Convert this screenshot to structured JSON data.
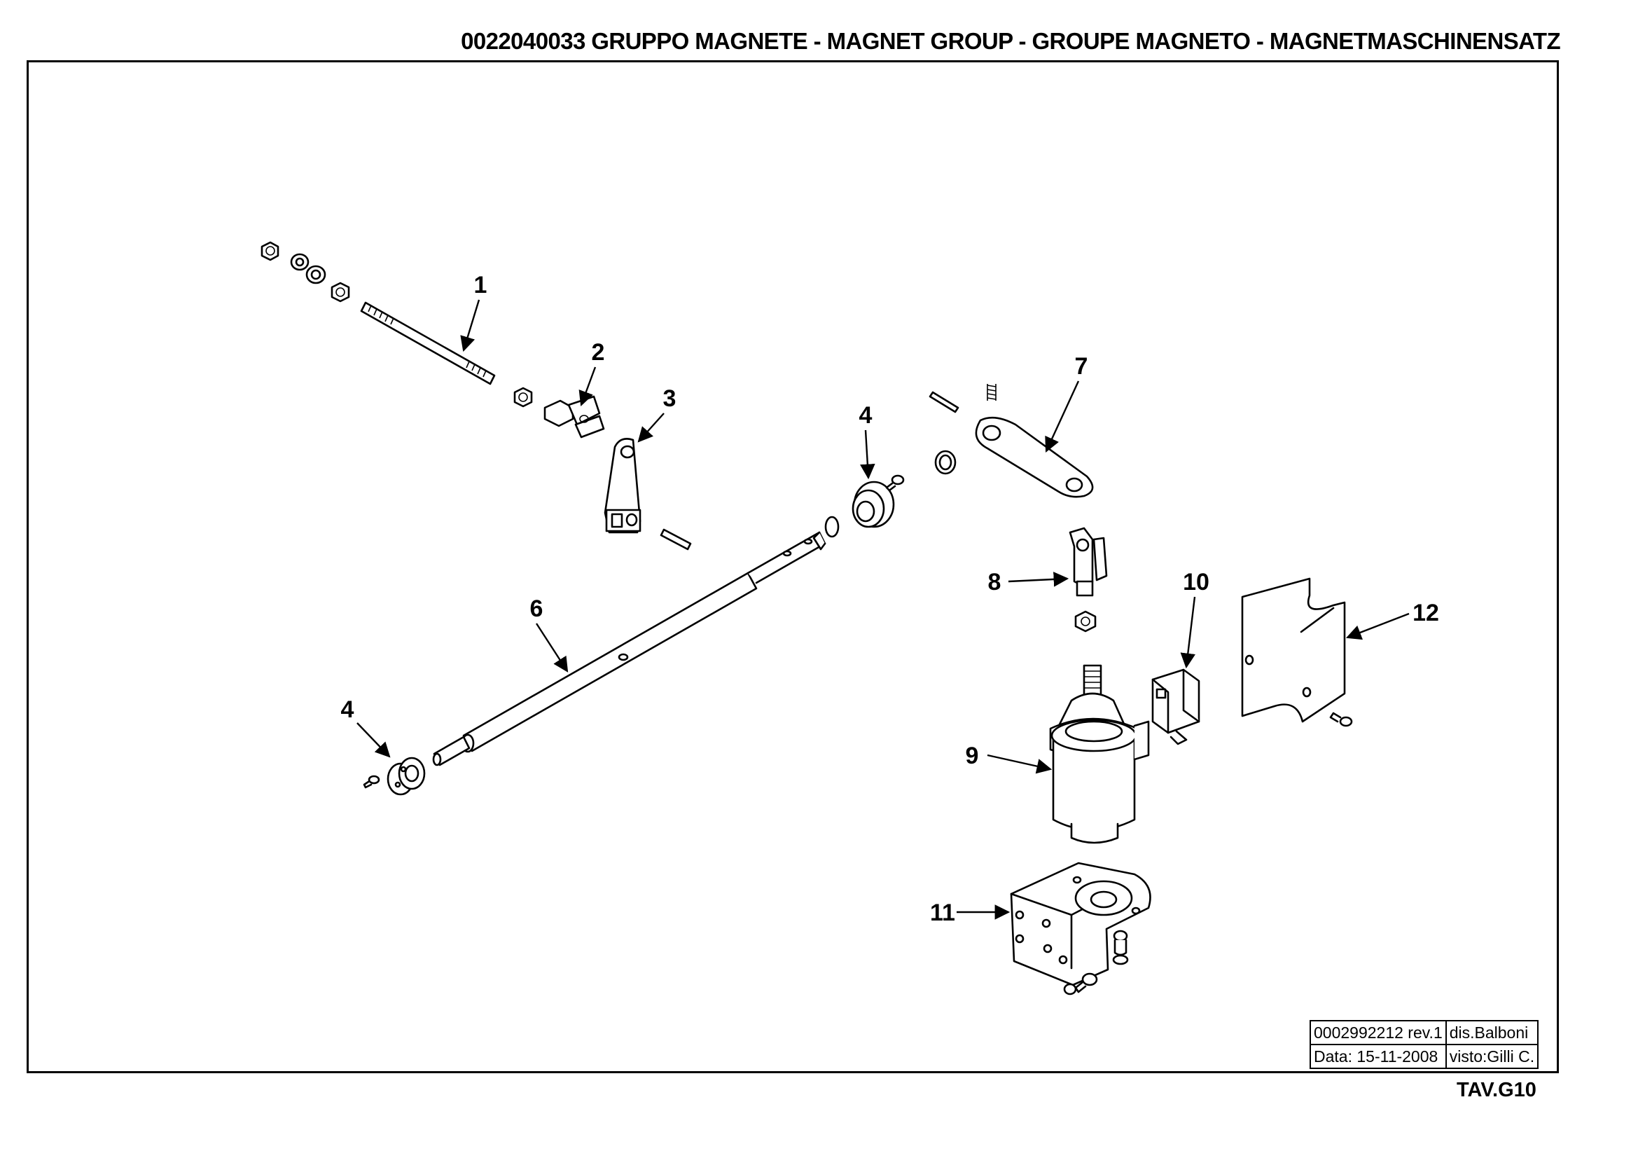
{
  "header": {
    "title": "0022040033   GRUPPO MAGNETE - MAGNET GROUP - GROUPE MAGNETO - MAGNETMASCHINENSATZ"
  },
  "callouts": [
    "1",
    "2",
    "3",
    "4",
    "4",
    "6",
    "7",
    "8",
    "9",
    "10",
    "11",
    "12"
  ],
  "title_block": {
    "drawing_no": "0002992212 rev.1",
    "drawn_by": "dis.Balboni",
    "date": "Data: 15-11-2008",
    "checked_by": "visto:Gilli C."
  },
  "sheet_number": "TAV.G10"
}
